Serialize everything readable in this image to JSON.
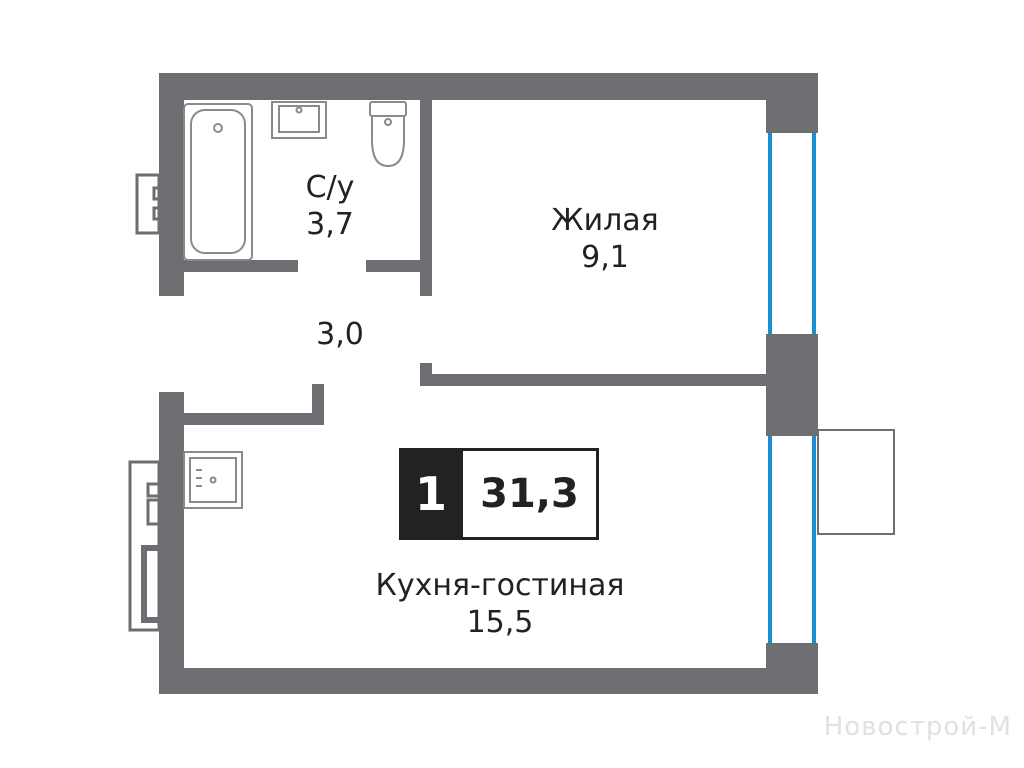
{
  "rooms": {
    "bathroom": {
      "name": "С/у",
      "area": "3,7"
    },
    "living": {
      "name": "Жилая",
      "area": "9,1"
    },
    "hallway": {
      "area": "3,0"
    },
    "kitchen": {
      "name": "Кухня-гостиная",
      "area": "15,5"
    }
  },
  "summary": {
    "room_count": "1",
    "total_area": "31,3"
  },
  "watermark": "Новострой-М",
  "colors": {
    "wall": "#6d6e71",
    "window": "#1a8fd4",
    "fixture": "#8a8a8a",
    "text": "#222222"
  }
}
